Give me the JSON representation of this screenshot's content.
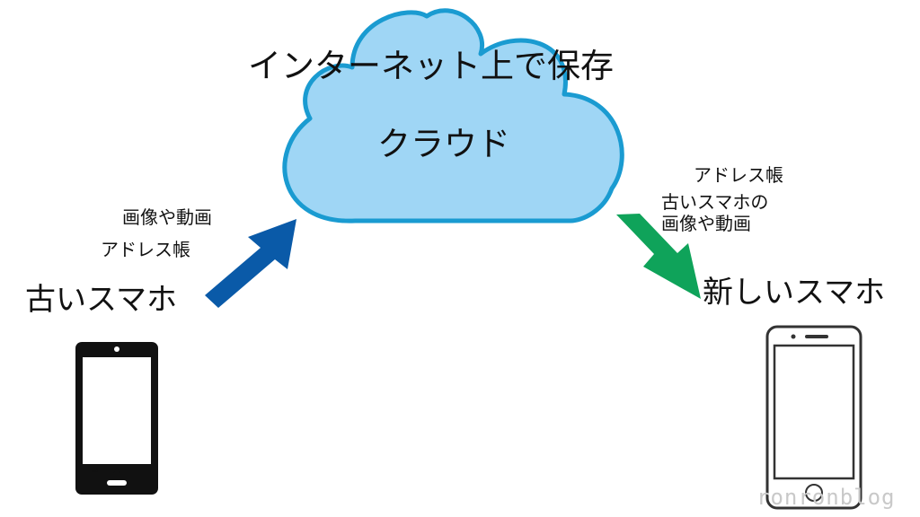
{
  "cloud": {
    "caption": "インターネット上で保存",
    "label": "クラウド",
    "color_fill": "#9fd6f5",
    "color_stroke": "#1a9bd1"
  },
  "upload": {
    "line1": "画像や動画",
    "line2": "アドレス帳",
    "arrow_color": "#0a5aa8"
  },
  "download": {
    "line1": "アドレス帳",
    "line2": "古いスマホの",
    "line3": "画像や動画",
    "arrow_color": "#0fa35a"
  },
  "old_phone": {
    "label": "古いスマホ",
    "icon": "android-phone-icon"
  },
  "new_phone": {
    "label": "新しいスマホ",
    "icon": "iphone-icon"
  },
  "watermark": "ronronblog"
}
